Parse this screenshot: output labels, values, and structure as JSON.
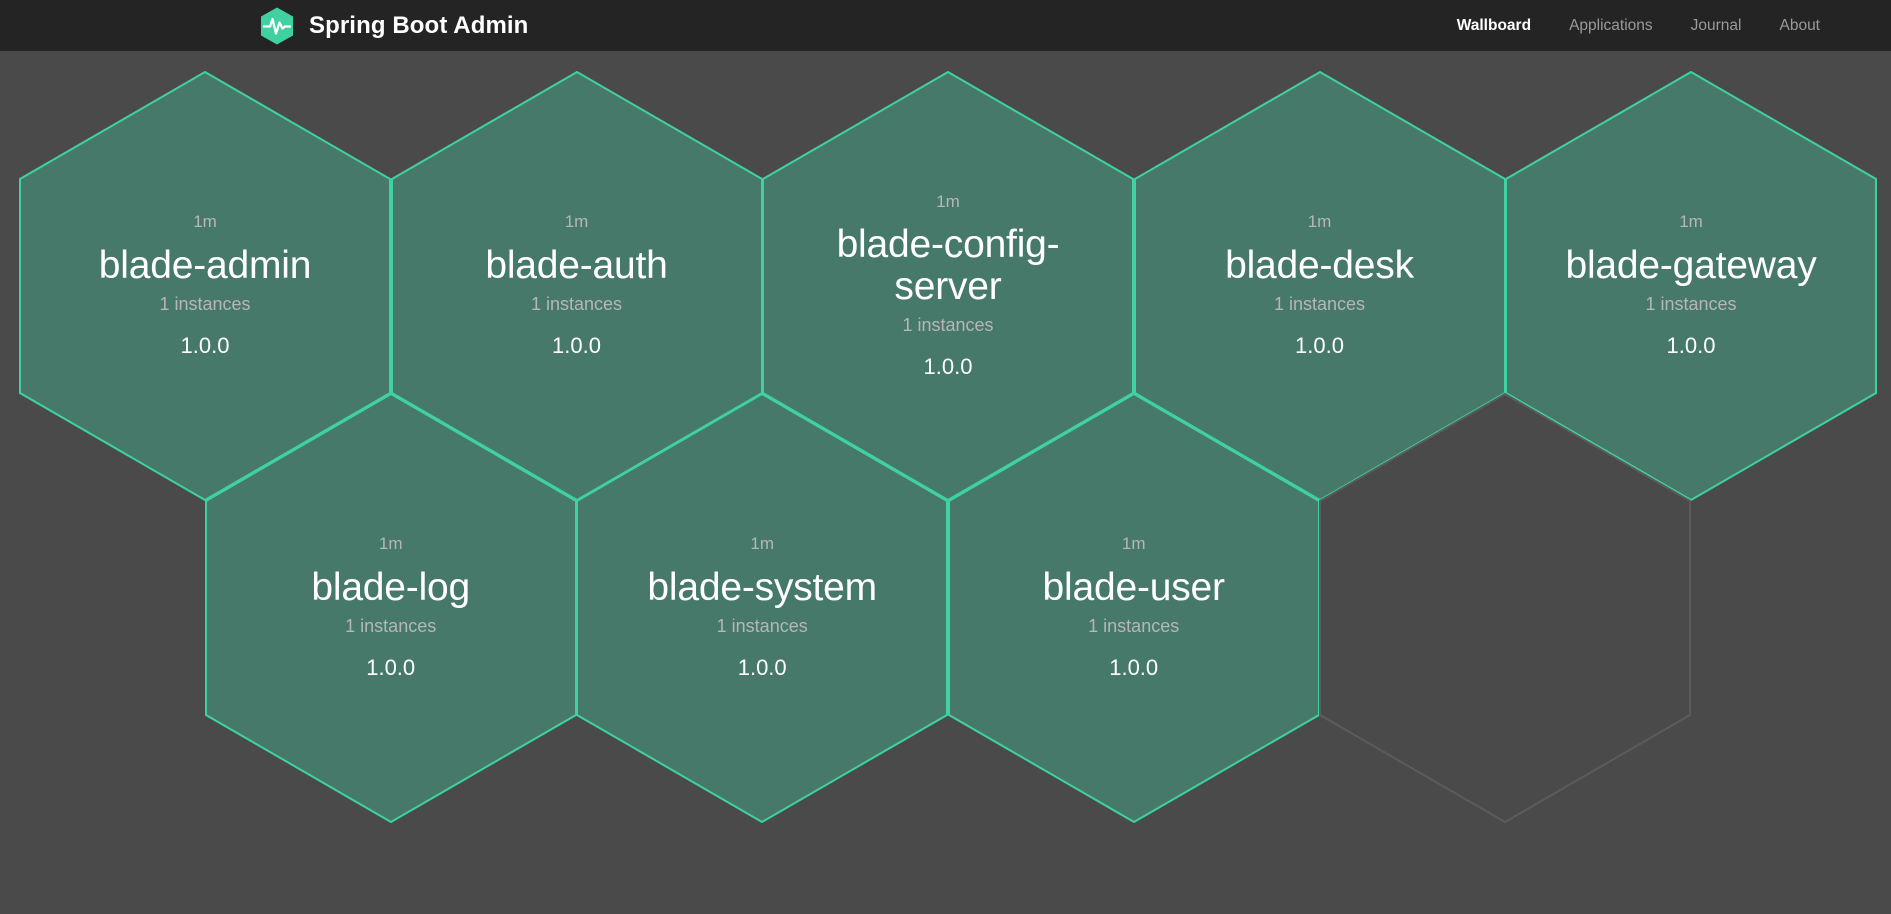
{
  "navbar": {
    "brand": {
      "icon": "spring-boot-admin-pulse-hexagon-logo",
      "title": "Spring Boot Admin"
    },
    "links": [
      {
        "label": "Wallboard",
        "active": true
      },
      {
        "label": "Applications",
        "active": false
      },
      {
        "label": "Journal",
        "active": false
      },
      {
        "label": "About",
        "active": false
      }
    ]
  },
  "theme": {
    "navbar_bg": "#242424",
    "page_bg": "#4a4a4a",
    "hex_fill": "#47796b",
    "hex_border": "#3fd1a2",
    "empty_hex_border": "#5c5c5c",
    "brand_green": "#3fd1a2",
    "text_primary": "#ffffff",
    "text_muted": "#b6b6b6"
  },
  "wallboard": {
    "applications": [
      {
        "status": "1m",
        "name": "blade-admin",
        "instances": "1 instances",
        "version": "1.0.0",
        "row": 0,
        "col": 0
      },
      {
        "status": "1m",
        "name": "blade-auth",
        "instances": "1 instances",
        "version": "1.0.0",
        "row": 0,
        "col": 1
      },
      {
        "status": "1m",
        "name": "blade-config-server",
        "instances": "1 instances",
        "version": "1.0.0",
        "row": 0,
        "col": 2
      },
      {
        "status": "1m",
        "name": "blade-desk",
        "instances": "1 instances",
        "version": "1.0.0",
        "row": 0,
        "col": 3
      },
      {
        "status": "1m",
        "name": "blade-gateway",
        "instances": "1 instances",
        "version": "1.0.0",
        "row": 0,
        "col": 4
      },
      {
        "status": "1m",
        "name": "blade-log",
        "instances": "1 instances",
        "version": "1.0.0",
        "row": 1,
        "col": 0
      },
      {
        "status": "1m",
        "name": "blade-system",
        "instances": "1 instances",
        "version": "1.0.0",
        "row": 1,
        "col": 1
      },
      {
        "status": "1m",
        "name": "blade-user",
        "instances": "1 instances",
        "version": "1.0.0",
        "row": 1,
        "col": 2
      }
    ],
    "placeholder_count": 1
  }
}
